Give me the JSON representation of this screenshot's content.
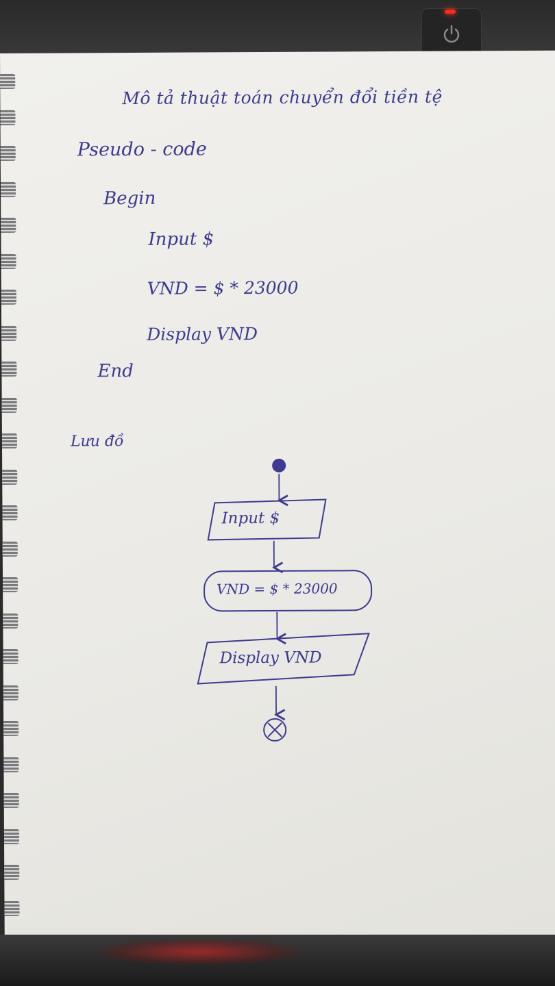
{
  "page": {
    "title": "Mô tả thuật toán chuyển đổi tiền tệ"
  },
  "pseudocode": {
    "heading": "Pseudo - code",
    "begin": "Begin",
    "lines": [
      "Input $",
      "VND = $ * 23000",
      "Display VND"
    ],
    "end": "End"
  },
  "flowchart": {
    "heading": "Lưu đồ",
    "steps": [
      "Input $",
      "VND = $ * 23000",
      "Display VND"
    ]
  },
  "colors": {
    "ink": "#3d3a8f",
    "paper": "#efeeea",
    "led": "#ff2a1a"
  },
  "icons": {
    "start": "filled-circle-start-node",
    "end": "circle-x-end-node",
    "power": "power-icon"
  }
}
